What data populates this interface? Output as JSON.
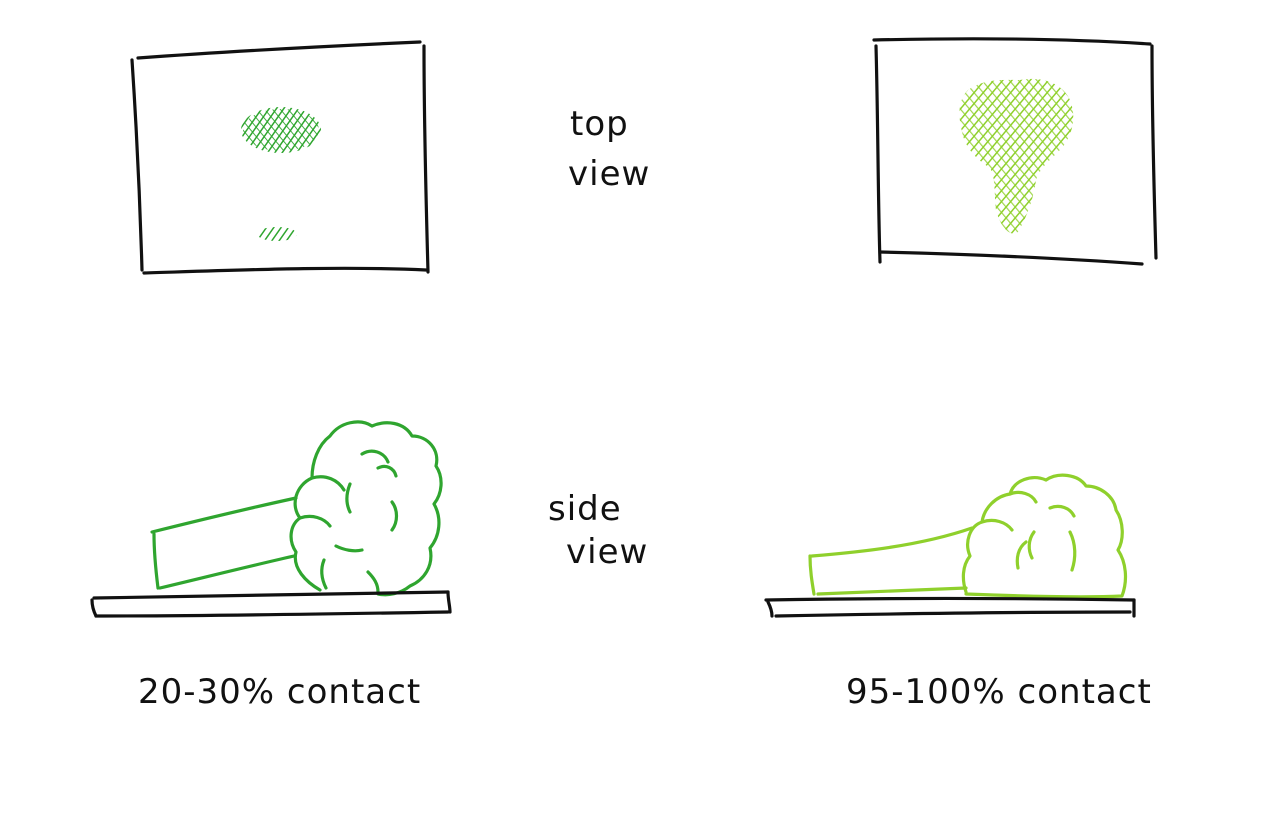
{
  "labels": {
    "top_view_line1": "top",
    "top_view_line2": "view",
    "side_view_line1": "side",
    "side_view_line2": "view",
    "left_caption": "20-30% contact",
    "right_caption": "95-100% contact"
  },
  "colors": {
    "ink": "#111111",
    "green_dark": "#2fa52f",
    "green_light": "#8fd02c"
  }
}
